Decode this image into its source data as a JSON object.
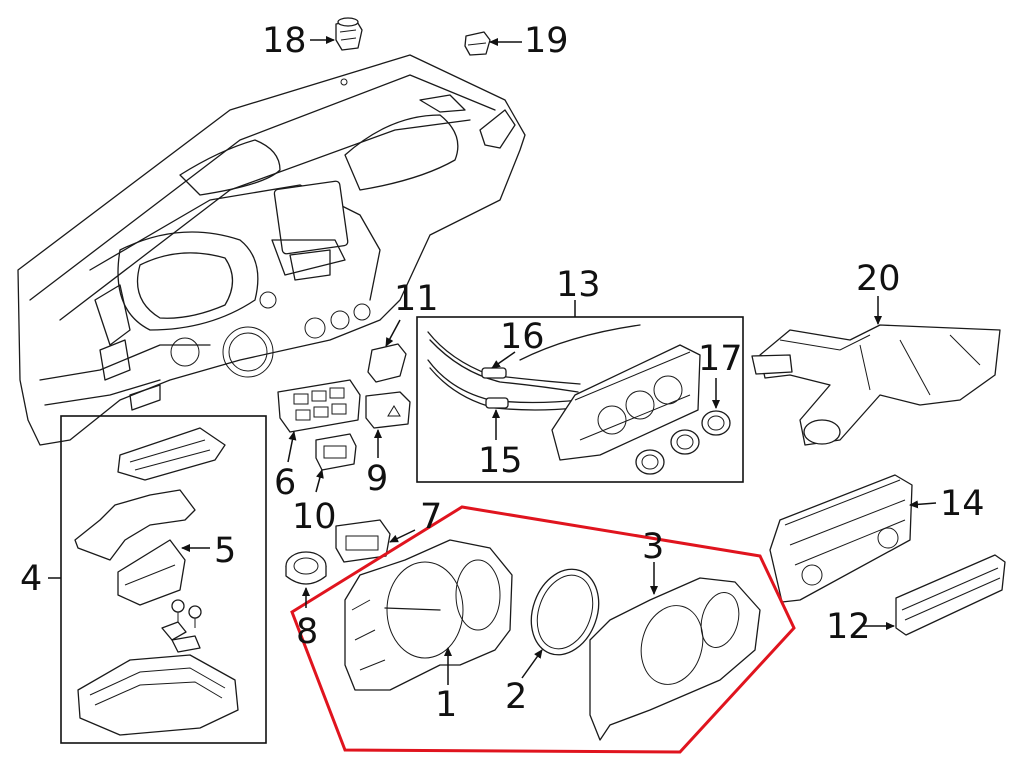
{
  "callouts": {
    "c1": "1",
    "c2": "2",
    "c3": "3",
    "c4": "4",
    "c5": "5",
    "c6": "6",
    "c7": "7",
    "c8": "8",
    "c9": "9",
    "c10": "10",
    "c11": "11",
    "c12": "12",
    "c13": "13",
    "c14": "14",
    "c15": "15",
    "c16": "16",
    "c17": "17",
    "c18": "18",
    "c19": "19",
    "c20": "20"
  },
  "colors": {
    "highlight_outline": "#e0141e",
    "line_art": "#1a1a1a",
    "background": "#ffffff"
  }
}
